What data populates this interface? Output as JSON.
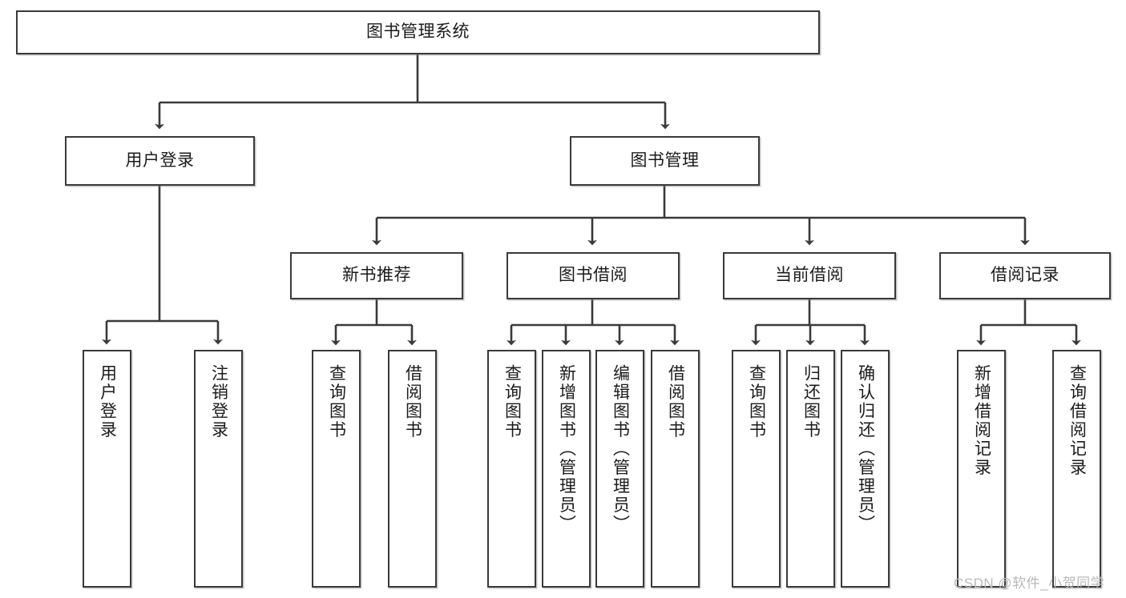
{
  "diagram": {
    "type": "hierarchy-tree",
    "title": "图书管理系统",
    "root": {
      "id": "root",
      "label": "图书管理系统"
    },
    "level2": [
      {
        "id": "user-login",
        "label": "用户登录"
      },
      {
        "id": "book-manage",
        "label": "图书管理"
      }
    ],
    "level3": [
      {
        "id": "new-book-recommend",
        "label": "新书推荐",
        "parent": "book-manage"
      },
      {
        "id": "book-borrow",
        "label": "图书借阅",
        "parent": "book-manage"
      },
      {
        "id": "current-borrow",
        "label": "当前借阅",
        "parent": "book-manage"
      },
      {
        "id": "borrow-record",
        "label": "借阅记录",
        "parent": "book-manage"
      }
    ],
    "leaves": {
      "user_login": [
        {
          "id": "leaf-user-login",
          "label": "用户登录"
        },
        {
          "id": "leaf-user-logout",
          "label": "注销登录"
        }
      ],
      "new_book_recommend": [
        {
          "id": "leaf-query-book-1",
          "label": "查询图书"
        },
        {
          "id": "leaf-borrow-book-1",
          "label": "借阅图书"
        }
      ],
      "book_borrow": [
        {
          "id": "leaf-query-book-2",
          "label": "查询图书"
        },
        {
          "id": "leaf-add-book",
          "label": "新增图书（管理员）"
        },
        {
          "id": "leaf-edit-book",
          "label": "编辑图书（管理员）"
        },
        {
          "id": "leaf-borrow-book-2",
          "label": "借阅图书"
        }
      ],
      "current_borrow": [
        {
          "id": "leaf-query-book-3",
          "label": "查询图书"
        },
        {
          "id": "leaf-return-book",
          "label": "归还图书"
        },
        {
          "id": "leaf-confirm-return",
          "label": "确认归还（管理员）"
        }
      ],
      "borrow_record": [
        {
          "id": "leaf-add-record",
          "label": "新增借阅记录"
        },
        {
          "id": "leaf-query-record",
          "label": "查询借阅记录"
        }
      ]
    },
    "colors": {
      "stroke": "#3a3a3a",
      "fill": "#ffffff",
      "text": "#1b1b1b",
      "watermark": "#b9b9b9"
    }
  },
  "watermark": {
    "text": "CSDN @软件_小贺同学"
  }
}
